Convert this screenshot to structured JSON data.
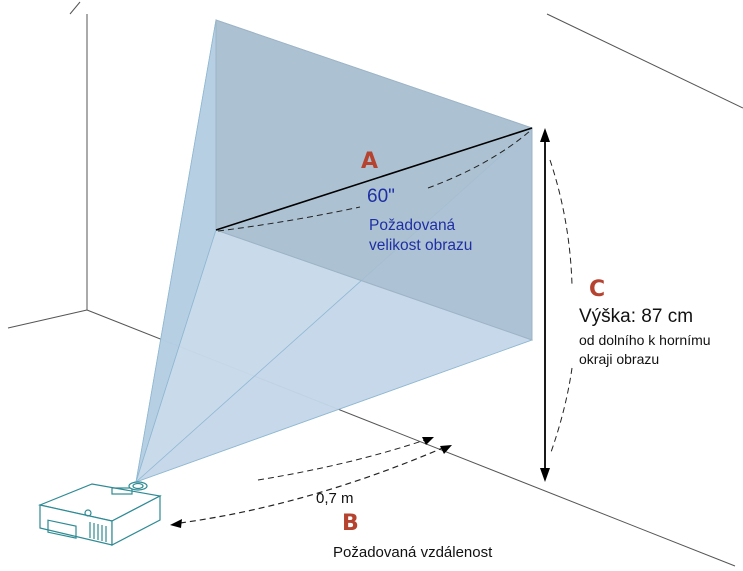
{
  "labels": {
    "a_letter": "A",
    "diagonal_size": "60\"",
    "image_size_line1": "Požadovaná",
    "image_size_line2": "velikost obrazu",
    "b_letter": "B",
    "distance_value": "0,7 m",
    "distance_label": "Požadovaná vzdálenost",
    "c_letter": "C",
    "height_value": "Výška: 87 cm",
    "height_desc_line1": "od dolního k hornímu",
    "height_desc_line2": "okraji obrazu"
  },
  "colors": {
    "letter_accent": "#b5432f",
    "blue_text": "#1f2fa3",
    "projector_outline": "#2e8a94",
    "screen_fill": "#a9bfd0",
    "beam_fill": "#bcd3e6"
  },
  "icons": {
    "projector": "projector-icon"
  }
}
